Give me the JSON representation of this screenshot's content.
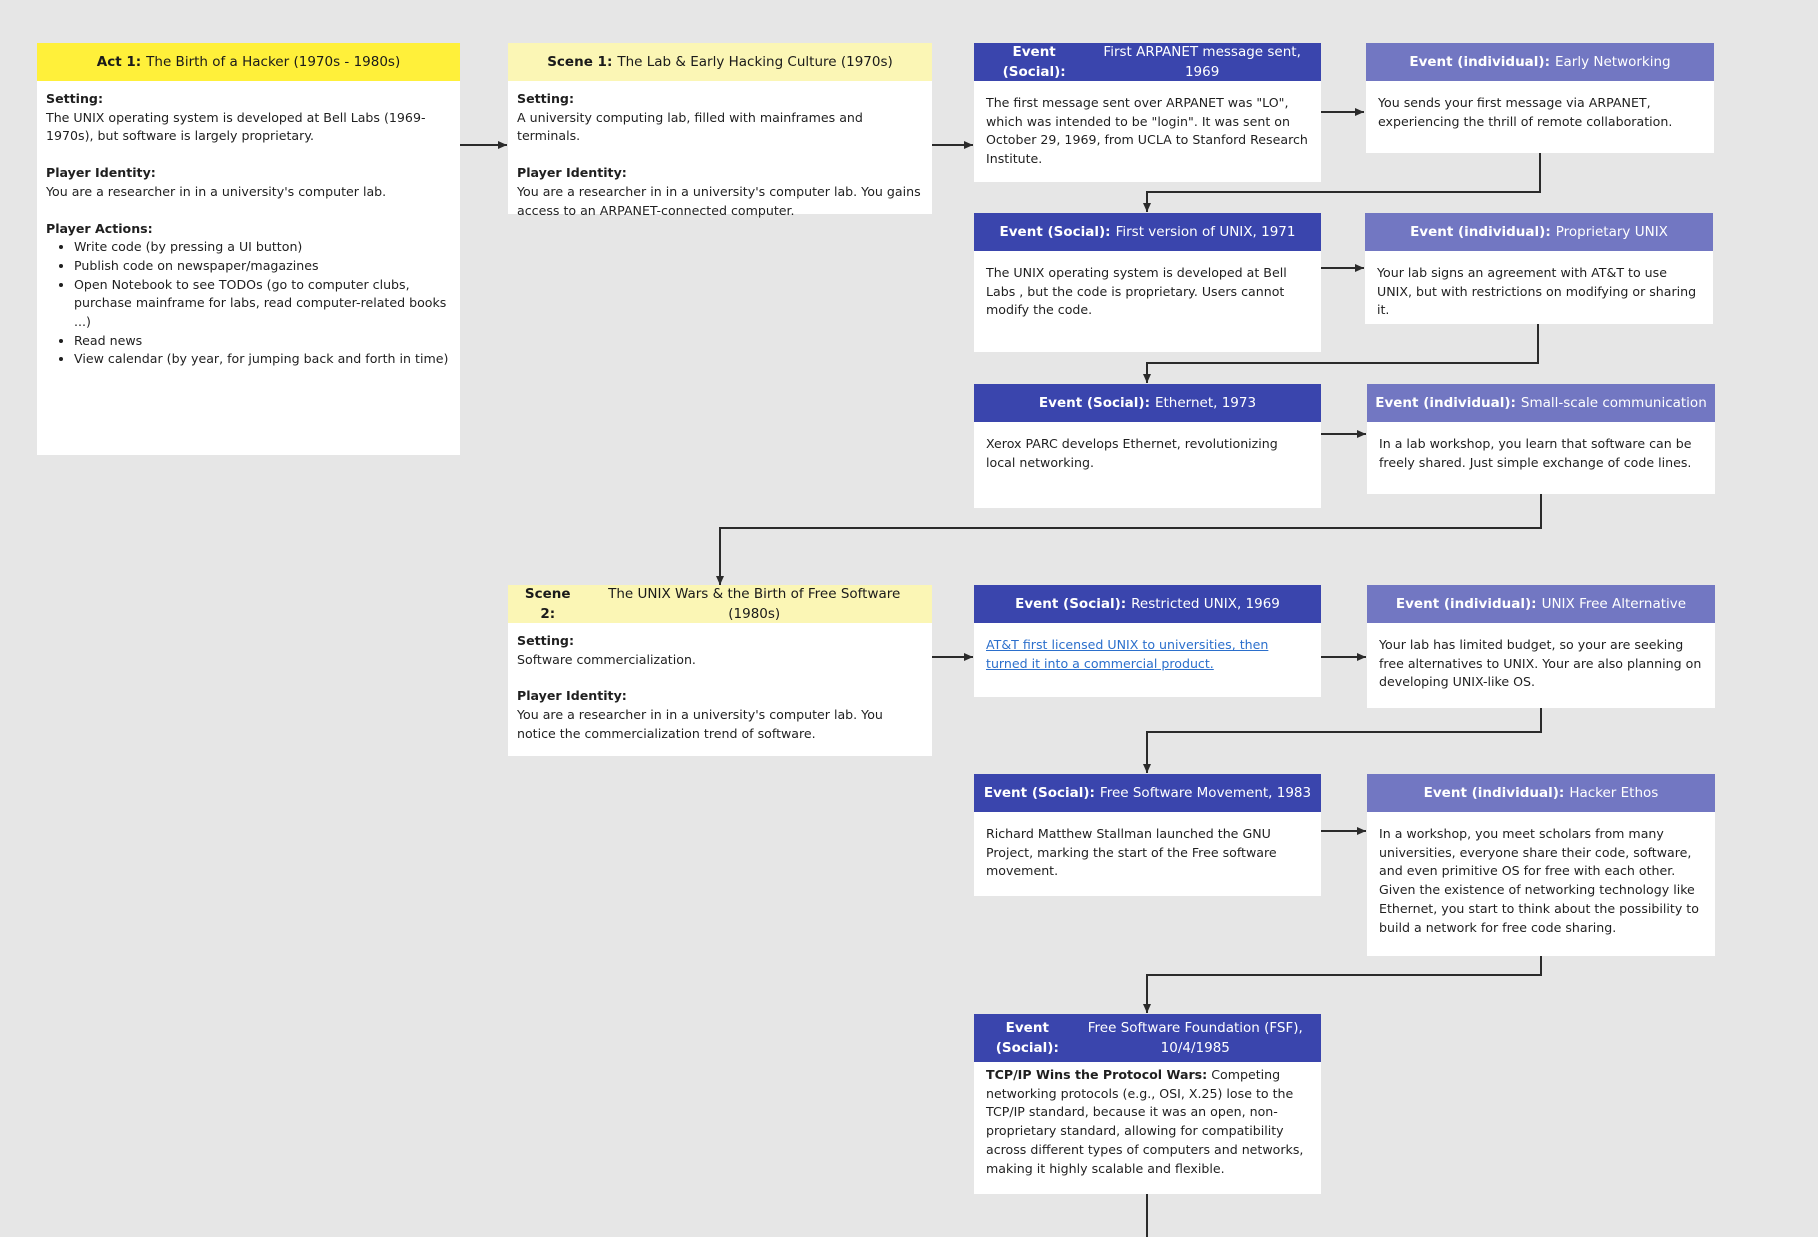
{
  "act1": {
    "title_bold": "Act 1:",
    "title": "The Birth of a Hacker (1970s - 1980s)",
    "setting_label": "Setting:",
    "setting": "The UNIX operating system is developed at Bell Labs (1969-1970s), but software is largely proprietary.",
    "identity_label": "Player Identity:",
    "identity": "You are a researcher in in a university's computer lab.",
    "actions_label": "Player Actions:",
    "actions": [
      "Write code (by pressing a UI button)",
      "Publish code on newspaper/magazines",
      "Open Notebook to see TODOs (go to computer clubs, purchase mainframe for labs, read computer-related books ...)",
      "Read news",
      "View calendar (by year, for jumping back and forth in time)"
    ]
  },
  "scene1": {
    "title_bold": "Scene 1:",
    "title": "The Lab & Early Hacking Culture (1970s)",
    "setting_label": "Setting:",
    "setting": "A university computing lab, filled with mainframes and terminals.",
    "identity_label": "Player Identity:",
    "identity": "You are a researcher in in a university's computer lab. You gains access to an ARPANET-connected computer."
  },
  "scene2": {
    "title_bold": "Scene 2:",
    "title": "The UNIX Wars & the Birth of Free Software (1980s)",
    "setting_label": "Setting:",
    "setting": "Software commercialization.",
    "identity_label": "Player Identity:",
    "identity": "You are a researcher in in a university's computer lab. You notice the commercialization trend of software."
  },
  "events": {
    "s1": {
      "bold": "Event (Social):",
      "title": "First ARPANET message sent, 1969",
      "text": "The first message sent over ARPANET was \"LO\", which was intended to be \"login\". It was sent on October 29, 1969, from UCLA to Stanford Research Institute."
    },
    "i1": {
      "bold": "Event (individual):",
      "title": "Early Networking",
      "text": "You sends your first message via ARPANET, experiencing the thrill of remote collaboration."
    },
    "s2": {
      "bold": "Event (Social):",
      "title": "First version of UNIX, 1971",
      "text": "The UNIX operating system is developed at Bell Labs , but the code is proprietary. Users cannot modify the code."
    },
    "i2": {
      "bold": "Event (individual):",
      "title": "Proprietary UNIX",
      "text": "Your lab signs an agreement with AT&T to use UNIX, but with restrictions on modifying or sharing it."
    },
    "s3": {
      "bold": "Event (Social):",
      "title": "Ethernet, 1973",
      "text": "Xerox PARC develops Ethernet, revolutionizing local networking."
    },
    "i3": {
      "bold": "Event (individual):",
      "title": "Small-scale communication",
      "text": "In a lab workshop, you learn that software can be freely shared. Just simple exchange of code lines."
    },
    "s4": {
      "bold": "Event (Social):",
      "title": "Restricted UNIX, 1969",
      "text": "AT&T first licensed UNIX to universities, then turned it into a commercial product."
    },
    "i4": {
      "bold": "Event (individual):",
      "title": "UNIX Free Alternative",
      "text": "Your lab has limited budget, so your are seeking free alternatives to UNIX. Your are also planning on developing UNIX-like OS."
    },
    "s5": {
      "bold": "Event (Social):",
      "title": "Free Software Movement, 1983",
      "text": "Richard Matthew Stallman launched the GNU Project, marking the start of the Free software movement."
    },
    "i5": {
      "bold": "Event (individual):",
      "title": "Hacker Ethos",
      "text": "In a workshop, you meet scholars from many universities, everyone share their code, software, and even primitive OS for free with each other. Given the existence of networking technology like Ethernet, you start to think about the possibility to build a network for free code sharing."
    },
    "s6": {
      "bold": "Event (Social):",
      "title": "Free Software Foundation (FSF), 10/4/1985",
      "text_bold": "TCP/IP Wins the Protocol Wars:",
      "text": "Competing networking protocols (e.g., OSI, X.25) lose to the TCP/IP standard, because it was an open, non-proprietary standard, allowing for compatibility across different types of computers and networks, making it highly scalable and flexible."
    }
  },
  "colors": {
    "canvas": "#e6e6e6",
    "act_header": "#fff03a",
    "scene_header": "#fbf6b5",
    "social_header": "#3a45ad",
    "individual_header": "#7277c2",
    "connector": "#2b2b2b",
    "link": "#2b6fcc"
  }
}
